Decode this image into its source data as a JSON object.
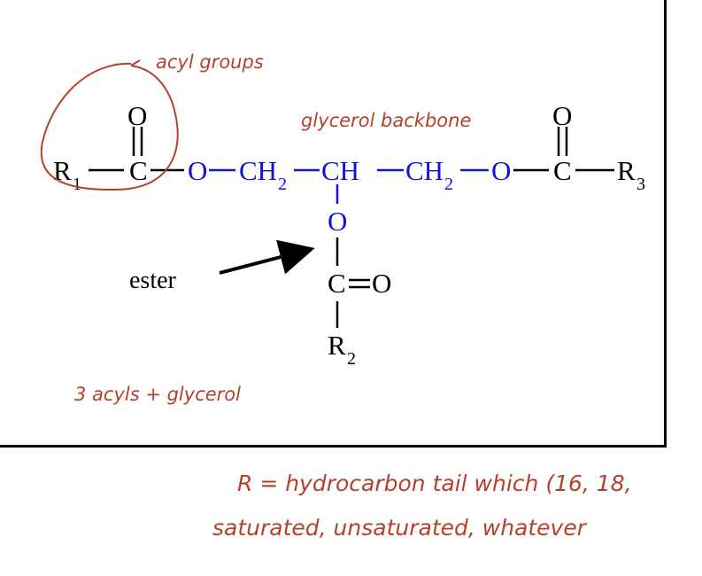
{
  "colors": {
    "black": "#000000",
    "blue": "#1010e0",
    "annotation": "#b5412a"
  },
  "molecule": {
    "R1": "R",
    "R1_sub": "1",
    "R2": "R",
    "R2_sub": "2",
    "R3": "R",
    "R3_sub": "3",
    "C": "C",
    "O": "O",
    "CH2": "CH",
    "CH2_sub": "2",
    "CH": "CH"
  },
  "labels": {
    "ester": "ester"
  },
  "annotations": {
    "acyl_groups": "acyl groups",
    "glycerol_backbone": "glycerol backbone",
    "three_acyls": "3 acyls + glycerol",
    "r_note_line1": "R = hydrocarbon tail which (16, 18,",
    "r_note_line2": "saturated, unsaturated, whatever"
  }
}
